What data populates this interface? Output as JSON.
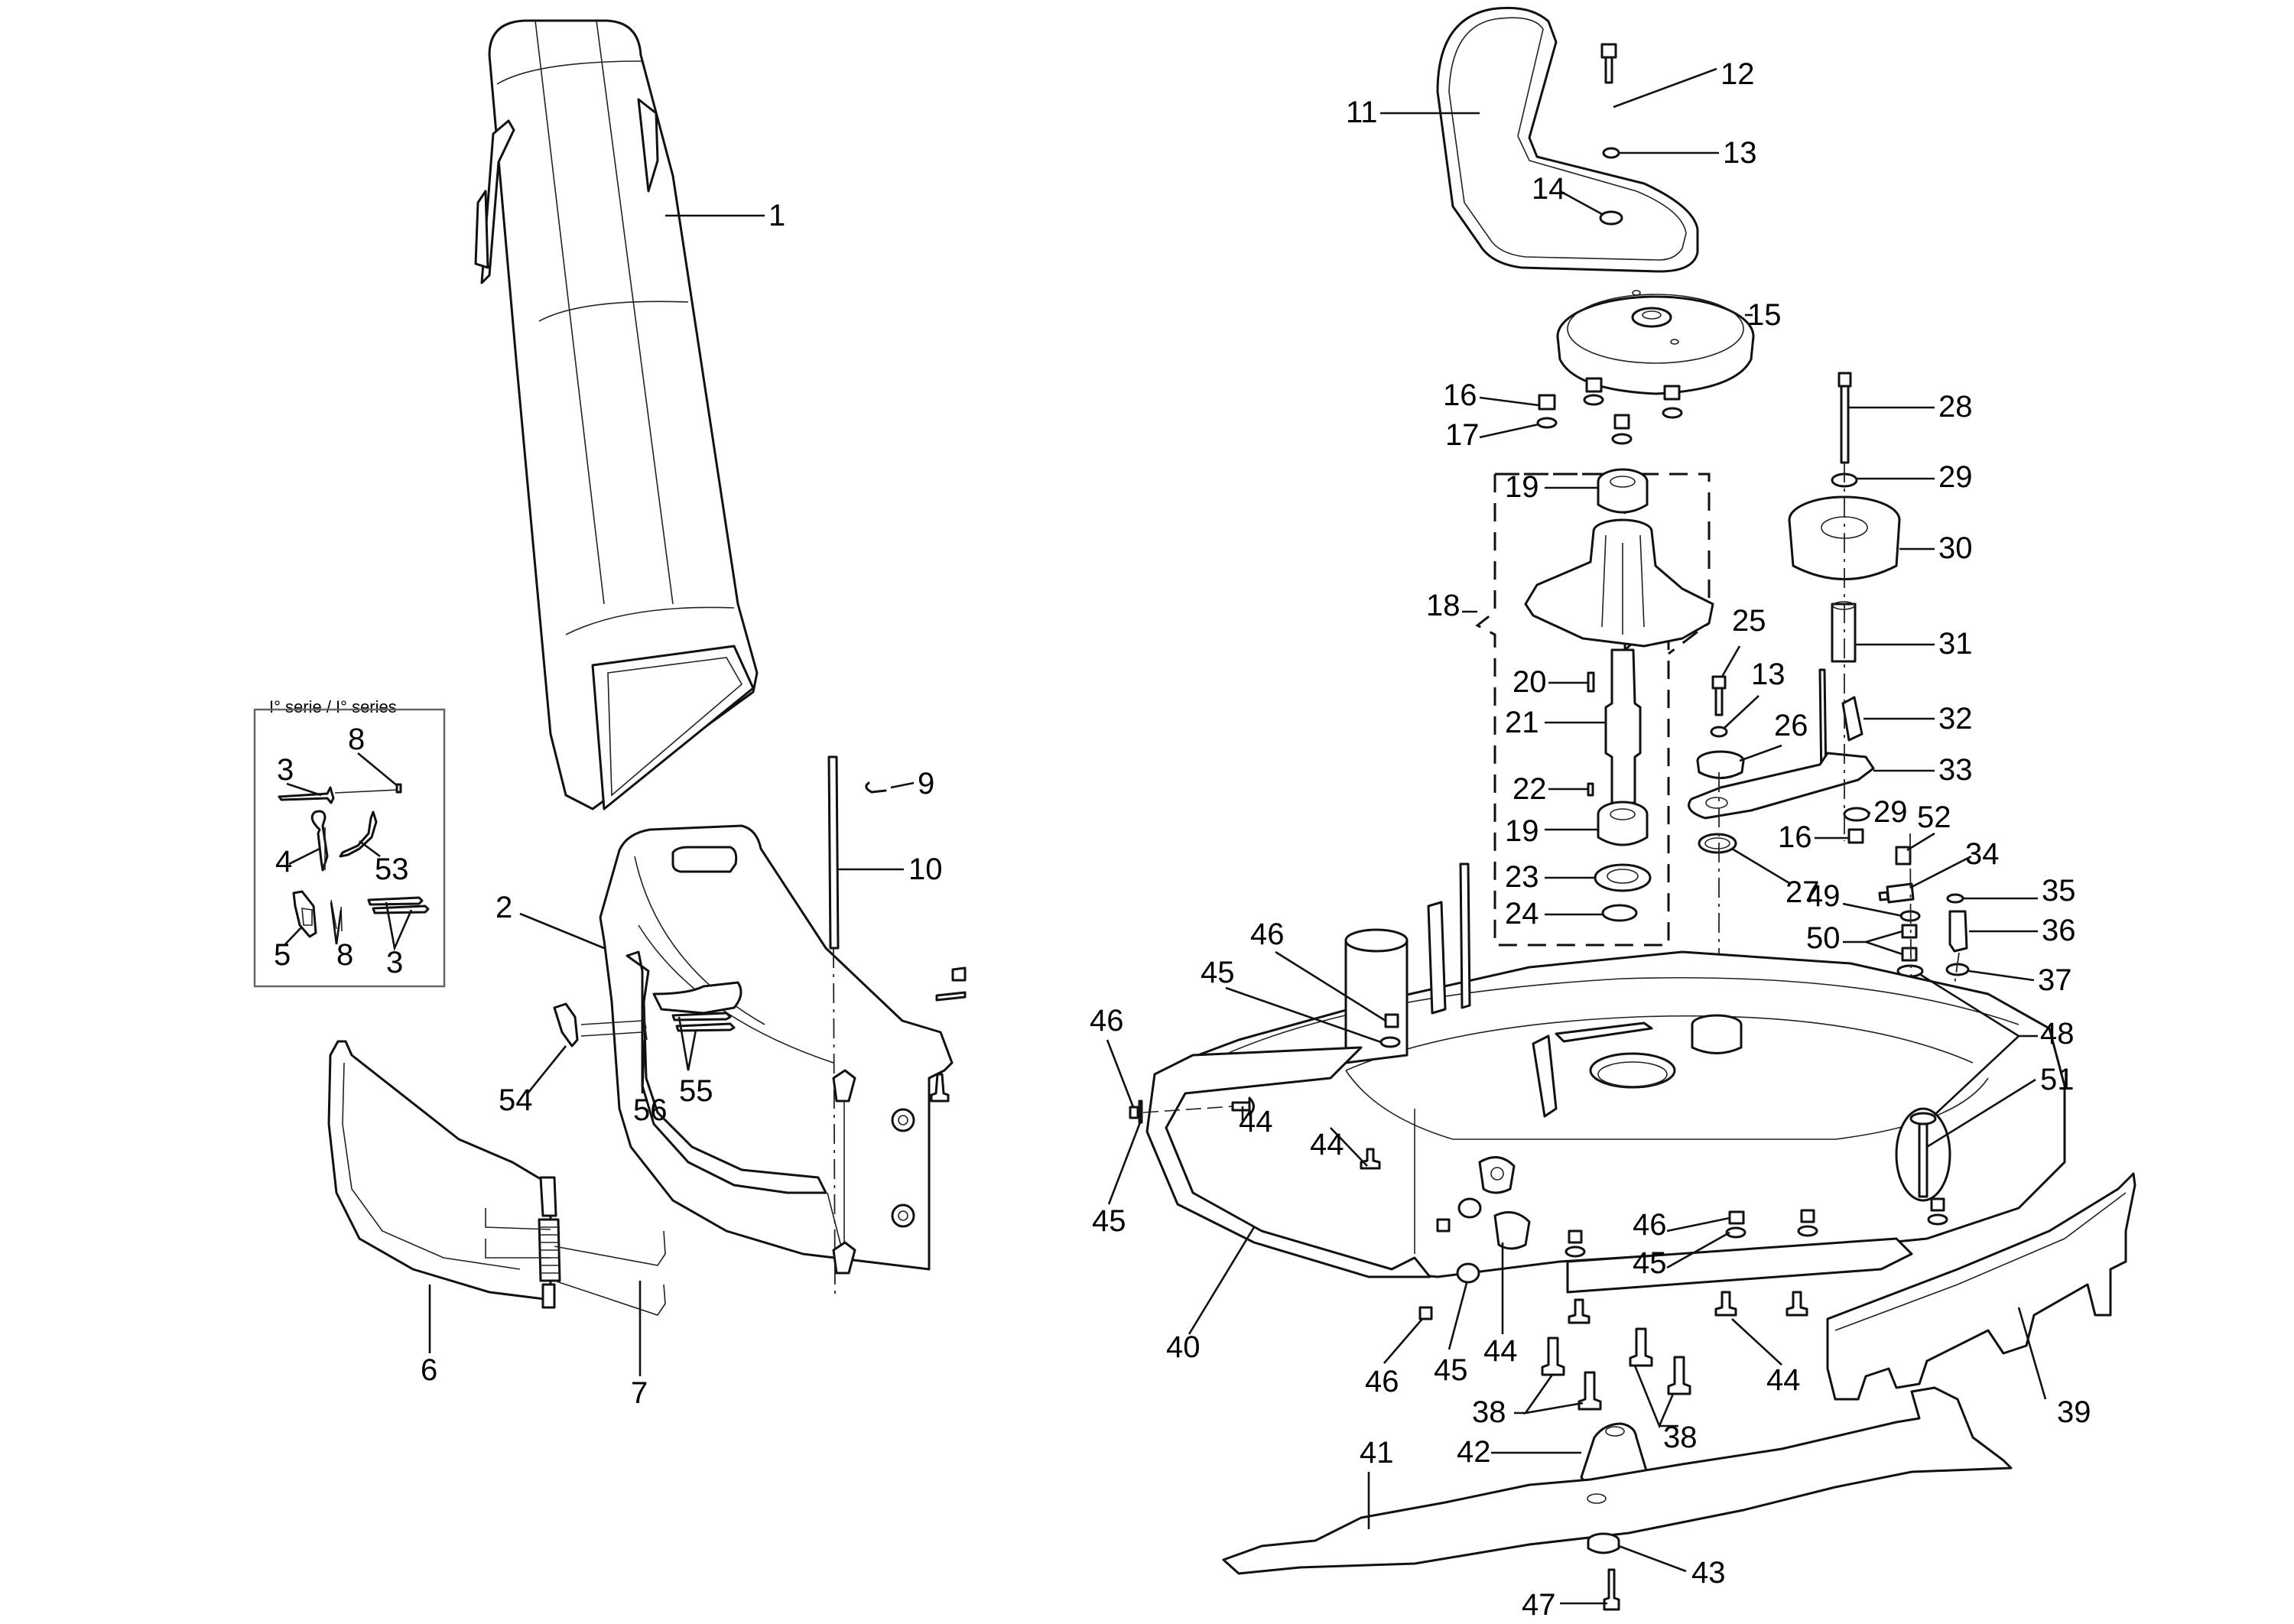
{
  "diagram": {
    "type": "exploded-parts-view",
    "subject": "Mower cutting deck, discharge chute and deflector assembly",
    "inset": {
      "title": "I° serie / I° series",
      "parts": [
        "3",
        "8",
        "4",
        "53",
        "5",
        "8",
        "3"
      ]
    },
    "callouts": [
      {
        "id": "c1",
        "label": "1"
      },
      {
        "id": "c2",
        "label": "2"
      },
      {
        "id": "c6",
        "label": "6"
      },
      {
        "id": "c7",
        "label": "7"
      },
      {
        "id": "c9",
        "label": "9"
      },
      {
        "id": "c10",
        "label": "10"
      },
      {
        "id": "c11",
        "label": "11"
      },
      {
        "id": "c12",
        "label": "12"
      },
      {
        "id": "c13a",
        "label": "13"
      },
      {
        "id": "c14",
        "label": "14"
      },
      {
        "id": "c15",
        "label": "15"
      },
      {
        "id": "c16a",
        "label": "16"
      },
      {
        "id": "c17",
        "label": "17"
      },
      {
        "id": "c18",
        "label": "18"
      },
      {
        "id": "c19a",
        "label": "19"
      },
      {
        "id": "c20",
        "label": "20"
      },
      {
        "id": "c21",
        "label": "21"
      },
      {
        "id": "c22",
        "label": "22"
      },
      {
        "id": "c19b",
        "label": "19"
      },
      {
        "id": "c23",
        "label": "23"
      },
      {
        "id": "c24",
        "label": "24"
      },
      {
        "id": "c25",
        "label": "25"
      },
      {
        "id": "c13b",
        "label": "13"
      },
      {
        "id": "c26",
        "label": "26"
      },
      {
        "id": "c27",
        "label": "27"
      },
      {
        "id": "c28",
        "label": "28"
      },
      {
        "id": "c29a",
        "label": "29"
      },
      {
        "id": "c30",
        "label": "30"
      },
      {
        "id": "c31",
        "label": "31"
      },
      {
        "id": "c32",
        "label": "32"
      },
      {
        "id": "c33",
        "label": "33"
      },
      {
        "id": "c29b",
        "label": "29"
      },
      {
        "id": "c16b",
        "label": "16"
      },
      {
        "id": "c52",
        "label": "52"
      },
      {
        "id": "c34",
        "label": "34"
      },
      {
        "id": "c49",
        "label": "49"
      },
      {
        "id": "c35",
        "label": "35"
      },
      {
        "id": "c50",
        "label": "50"
      },
      {
        "id": "c36",
        "label": "36"
      },
      {
        "id": "c37",
        "label": "37"
      },
      {
        "id": "c48",
        "label": "48"
      },
      {
        "id": "c51",
        "label": "51"
      },
      {
        "id": "c46a",
        "label": "46"
      },
      {
        "id": "c45a",
        "label": "45"
      },
      {
        "id": "c46b",
        "label": "46"
      },
      {
        "id": "c44a",
        "label": "44"
      },
      {
        "id": "c45b",
        "label": "45"
      },
      {
        "id": "c44b",
        "label": "44"
      },
      {
        "id": "c40",
        "label": "40"
      },
      {
        "id": "c46c",
        "label": "46"
      },
      {
        "id": "c45c",
        "label": "45"
      },
      {
        "id": "c46d",
        "label": "46"
      },
      {
        "id": "c45d",
        "label": "45"
      },
      {
        "id": "c44c",
        "label": "44"
      },
      {
        "id": "c44d",
        "label": "44"
      },
      {
        "id": "c38a",
        "label": "38"
      },
      {
        "id": "c38b",
        "label": "38"
      },
      {
        "id": "c39",
        "label": "39"
      },
      {
        "id": "c42",
        "label": "42"
      },
      {
        "id": "c41",
        "label": "41"
      },
      {
        "id": "c43",
        "label": "43"
      },
      {
        "id": "c47",
        "label": "47"
      },
      {
        "id": "c54",
        "label": "54"
      },
      {
        "id": "c56",
        "label": "56"
      },
      {
        "id": "c55",
        "label": "55"
      }
    ]
  }
}
